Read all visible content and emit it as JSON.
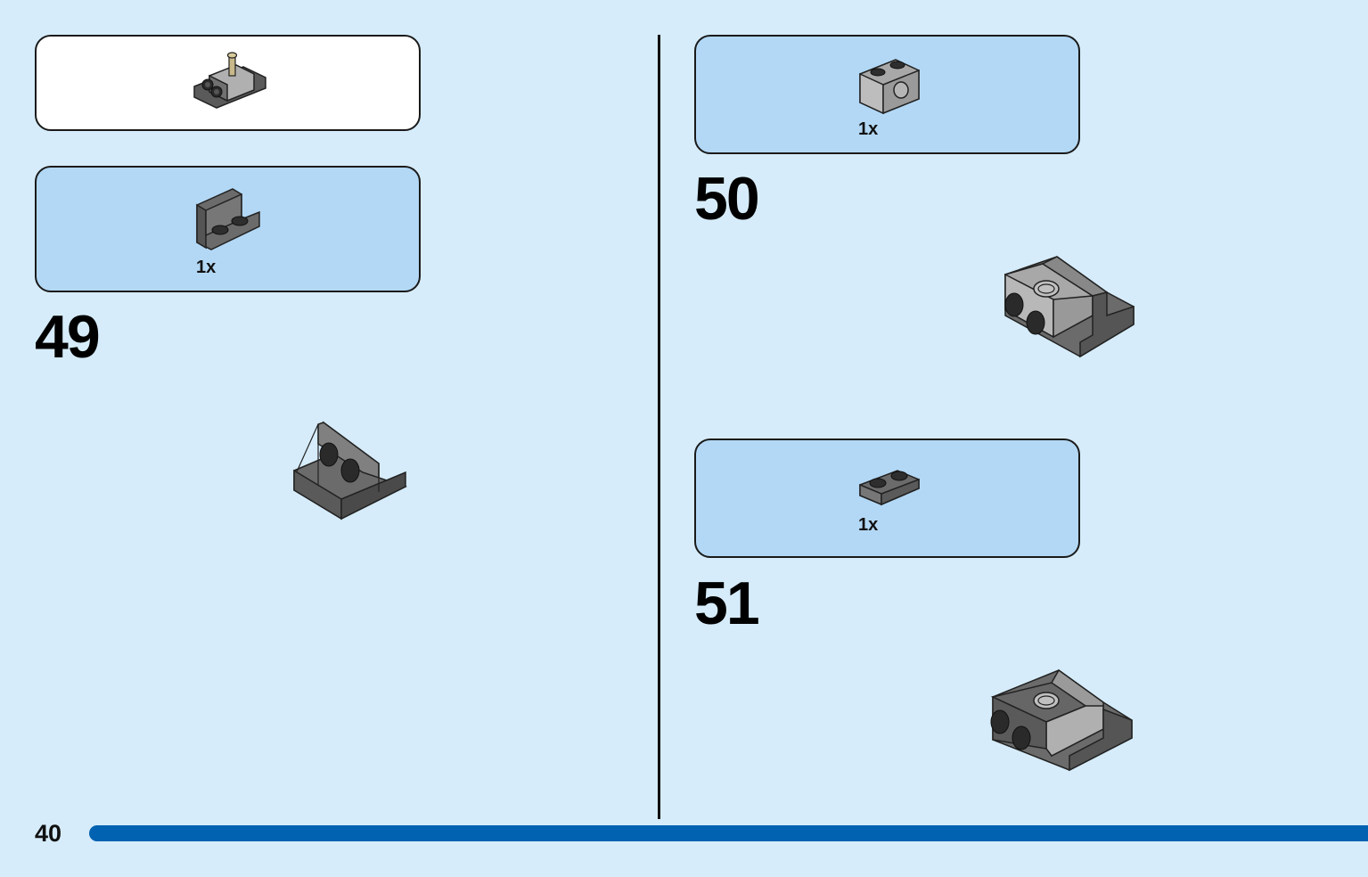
{
  "steps": [
    {
      "number": "49",
      "parts": [
        {
          "qty": "1x",
          "part": "dark-gray-bracket-1x2-icon"
        }
      ]
    },
    {
      "number": "50",
      "parts": [
        {
          "qty": "1x",
          "part": "light-gray-technic-brick-1x2-icon"
        }
      ]
    },
    {
      "number": "51",
      "parts": [
        {
          "qty": "1x",
          "part": "dark-gray-plate-1x2-icon"
        }
      ]
    }
  ],
  "page": {
    "number": "40"
  },
  "colors": {
    "background": "#d6ecfa",
    "parts_panel": "#b3d8f5",
    "progress_bar": "#0062b0",
    "dark_gray_brick": "#6b6b6b",
    "light_gray_brick": "#a8a8a8"
  }
}
